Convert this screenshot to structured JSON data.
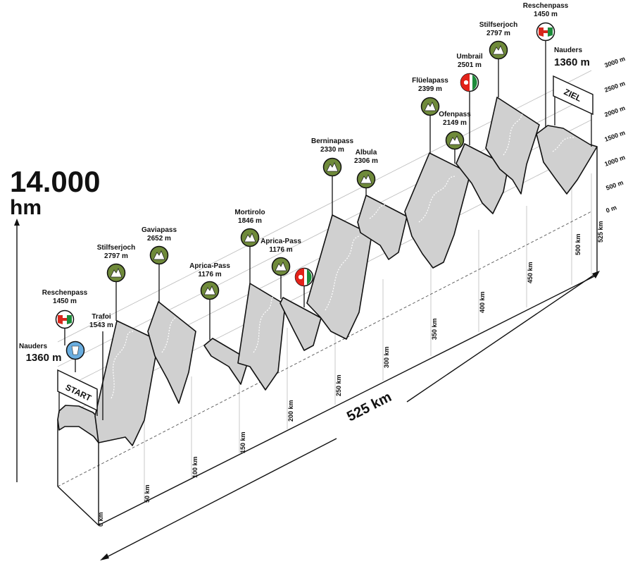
{
  "elevation_gain": {
    "value": "14.000",
    "unit": "hm"
  },
  "distance_label": "525 km",
  "start_banner": "START",
  "finish_banner": "ZIEL",
  "start_place": {
    "name": "Nauders",
    "alt": "1360 m"
  },
  "finish_place": {
    "name": "Nauders",
    "alt": "1360 m"
  },
  "altitude_ticks": [
    "0 m",
    "500 m",
    "1000 m",
    "1500 m",
    "2000 m",
    "2500 m",
    "3000 m"
  ],
  "km_ticks": [
    "0 km",
    "50 km",
    "100 km",
    "150 km",
    "200 km",
    "250 km",
    "300 km",
    "350 km",
    "400 km",
    "450 km",
    "500 km",
    "525 km"
  ],
  "passes": [
    {
      "name": "Reschenpass",
      "alt": "1450 m",
      "icon": "flag-austria-italy-icon"
    },
    {
      "name": "Trafoi",
      "alt": "1543 m",
      "icon": "none"
    },
    {
      "name": "Stilfserjoch",
      "alt": "2797 m",
      "icon": "mountain-icon"
    },
    {
      "name": "Gaviapass",
      "alt": "2652 m",
      "icon": "mountain-icon"
    },
    {
      "name": "Aprica-Pass",
      "alt": "1176 m",
      "icon": "mountain-icon"
    },
    {
      "name": "Mortirolo",
      "alt": "1846 m",
      "icon": "mountain-icon"
    },
    {
      "name": "Aprica-Pass",
      "alt": "1176 m",
      "icon": "mountain-icon"
    },
    {
      "name": "Berninapass",
      "alt": "2330 m",
      "icon": "mountain-icon"
    },
    {
      "name": "Albula",
      "alt": "2306 m",
      "icon": "mountain-icon"
    },
    {
      "name": "Flüelapass",
      "alt": "2399 m",
      "icon": "mountain-icon"
    },
    {
      "name": "Ofenpass",
      "alt": "2149 m",
      "icon": "mountain-icon"
    },
    {
      "name": "Umbrail",
      "alt": "2501 m",
      "icon": "flag-switzerland-icon"
    },
    {
      "name": "Stilfserjoch",
      "alt": "2797 m",
      "icon": "mountain-icon"
    },
    {
      "name": "Reschenpass",
      "alt": "1450 m",
      "icon": "flag-austria-italy-icon"
    }
  ],
  "colors": {
    "mountain_badge": "#6f8a3a",
    "profile_fill": "#d0d0d0",
    "swiss_red": "#e2231a",
    "italy_green": "#1d8b3a",
    "austria_red": "#d8281c"
  }
}
